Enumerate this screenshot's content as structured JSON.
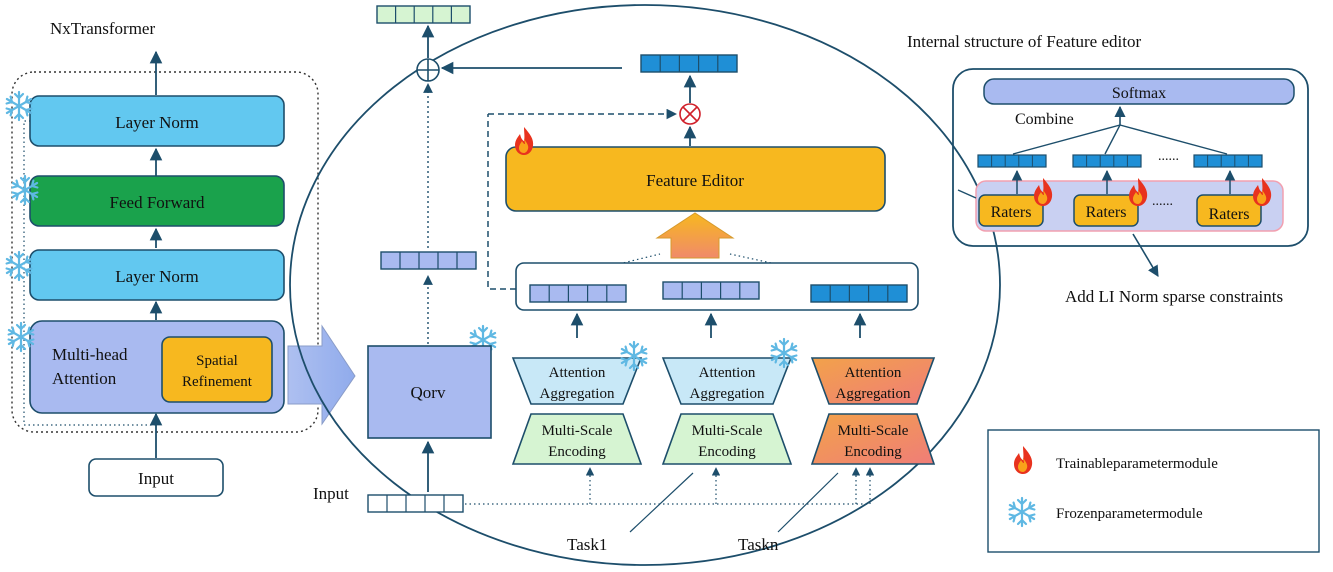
{
  "left": {
    "title": "NxTransformer",
    "layer_norm_top": "Layer Norm",
    "feed_forward": "Feed Forward",
    "layer_norm_bottom": "Layer Norm",
    "mha_line1": "Multi-head",
    "mha_line2": "Attention",
    "spatial_line1": "Spatial",
    "spatial_line2": "Refinement",
    "input": "Input"
  },
  "center": {
    "qorv": "Qorv",
    "input_label": "Input",
    "feature_editor": "Feature Editor",
    "att_line1": "Attention",
    "att_line2": "Aggregation",
    "ms_line1": "Multi-Scale",
    "ms_line2": "Encoding",
    "task1": "Task1",
    "taskn": "Taskn"
  },
  "right": {
    "title": "Internal structure of Feature editor",
    "softmax": "Softmax",
    "combine": "Combine",
    "raters": "Raters",
    "ellipsis": "......",
    "constraint": "Add LI Norm sparse constraints"
  },
  "legend": {
    "trainable": "Trainableparametermodule",
    "frozen": "Frozenparametermodule"
  },
  "colors": {
    "light_blue": "#62c8f0",
    "green": "#1aa24c",
    "lavender": "#a9baf0",
    "orange": "#f7b81f",
    "mint": "#d6f4d2",
    "sky": "#c8e8f7",
    "deep_blue": "#1f8fd6",
    "stroke": "#1d4e6b"
  }
}
